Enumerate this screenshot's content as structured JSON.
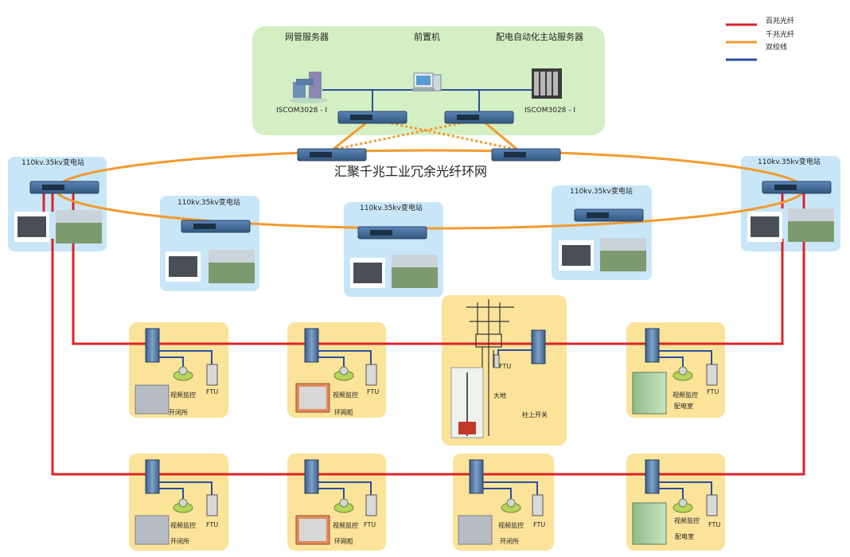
{
  "legend": {
    "fiber_100m": "百兆光纤",
    "fiber_1000m": "千兆光纤",
    "twisted_pair": "双绞线",
    "colors": {
      "fiber_100m": "#d9242b",
      "fiber_1000m": "#f29a2e",
      "twisted_pair": "#2c4f9e"
    }
  },
  "master_station": {
    "nms_server": "网管服务器",
    "front_end": "前置机",
    "da_server": "配电自动化主站服务器",
    "switch_left": "ISCOM3028 - I",
    "switch_right": "ISCOM3028 - I"
  },
  "ring_title": "汇聚千兆工业冗余光纤环网",
  "substations": [
    "110kv.35kv变电站",
    "110kv.35kv变电站",
    "110kv.35kv变电站",
    "110kv.35kv变电站",
    "110kv.35kv变电站"
  ],
  "terminals": {
    "video": "视频监控",
    "ftu": "FTU",
    "switching_station": "开闭所",
    "ring_main_unit": "环网柜",
    "distribution_room": "配电室",
    "pole_switch": "柱上开关",
    "ground": "大地"
  },
  "colors": {
    "green_panel": "#d4efc4",
    "blue_panel": "#c8e6f8",
    "yellow_panel": "#fbe39a"
  }
}
